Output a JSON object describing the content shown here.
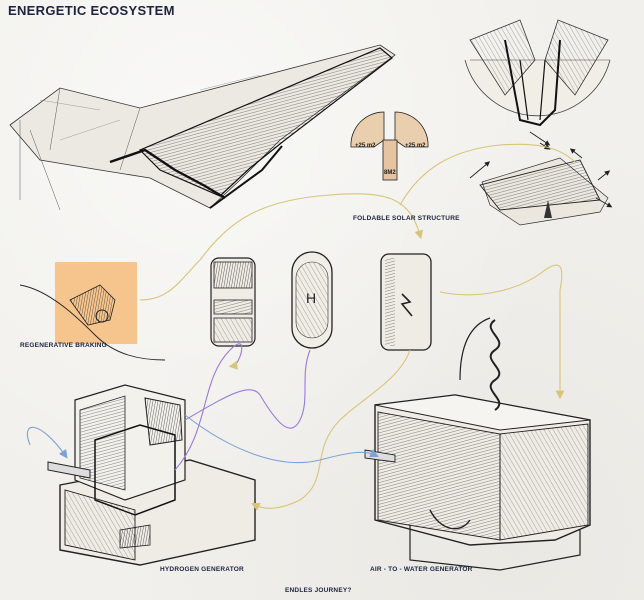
{
  "title": "ENERGETIC ECOSYSTEM",
  "labels": {
    "foldable_solar": "FOLDABLE SOLAR STRUCTURE",
    "regenerative_braking": "REGENERATIVE BRAKING",
    "hydrogen_generator": "HYDROGEN GENERATOR",
    "air_to_water": "AIR - TO - WATER GENERATOR",
    "endles_journey": "ENDLES JOURNEY?"
  },
  "solar_panel_areas": {
    "left": "+25 m2",
    "right": "+25 m2",
    "center": "8M2"
  },
  "hydrogen_cell_letter": "H",
  "colors": {
    "ink": "#1d2340",
    "yellow_flow": "#d8c47a",
    "blue_flow": "#7ea2d6",
    "purple_flow": "#9a7ad8",
    "panel_fill": "#e9cfae",
    "braking_bg": "#f6c58d"
  }
}
